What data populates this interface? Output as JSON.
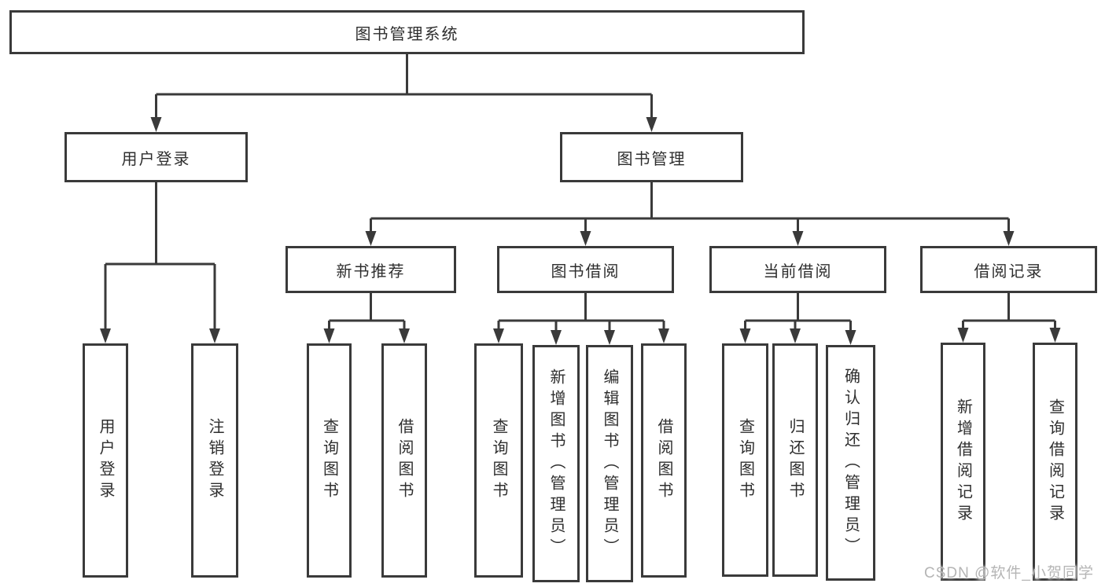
{
  "diagram": {
    "type": "hierarchy-flowchart",
    "watermark": "CSDN @软件_小贺同学",
    "colors": {
      "line": "#3a3a3a",
      "box_border": "#3a3a3a",
      "text": "#2e2e2e",
      "watermark": "#b5b5b5",
      "background": "#ffffff"
    },
    "nodes": {
      "root": {
        "label": "图书管理系统"
      },
      "user_login": {
        "label": "用户登录"
      },
      "book_mgmt": {
        "label": "图书管理"
      },
      "new_book_rec": {
        "label": "新书推荐"
      },
      "book_borrow": {
        "label": "图书借阅"
      },
      "current_borrow": {
        "label": "当前借阅"
      },
      "borrow_records": {
        "label": "借阅记录"
      },
      "leaf_user_login": {
        "label": "用户登录"
      },
      "leaf_logout": {
        "label": "注销登录"
      },
      "leaf_rec_query": {
        "label": "查询图书"
      },
      "leaf_rec_borrow": {
        "label": "借阅图书"
      },
      "leaf_bb_query": {
        "label": "查询图书"
      },
      "leaf_bb_add": {
        "label": "新增图书（管理员）"
      },
      "leaf_bb_edit": {
        "label": "编辑图书（管理员）"
      },
      "leaf_bb_borrow": {
        "label": "借阅图书"
      },
      "leaf_cb_query": {
        "label": "查询图书"
      },
      "leaf_cb_return": {
        "label": "归还图书"
      },
      "leaf_cb_confirm": {
        "label": "确认归还（管理员）"
      },
      "leaf_br_add": {
        "label": "新增借阅记录"
      },
      "leaf_br_query": {
        "label": "查询借阅记录"
      }
    },
    "edges": [
      {
        "from": "root",
        "to": "user_login"
      },
      {
        "from": "root",
        "to": "book_mgmt"
      },
      {
        "from": "user_login",
        "to": "leaf_user_login"
      },
      {
        "from": "user_login",
        "to": "leaf_logout"
      },
      {
        "from": "book_mgmt",
        "to": "new_book_rec"
      },
      {
        "from": "book_mgmt",
        "to": "book_borrow"
      },
      {
        "from": "book_mgmt",
        "to": "current_borrow"
      },
      {
        "from": "book_mgmt",
        "to": "borrow_records"
      },
      {
        "from": "new_book_rec",
        "to": "leaf_rec_query"
      },
      {
        "from": "new_book_rec",
        "to": "leaf_rec_borrow"
      },
      {
        "from": "book_borrow",
        "to": "leaf_bb_query"
      },
      {
        "from": "book_borrow",
        "to": "leaf_bb_add"
      },
      {
        "from": "book_borrow",
        "to": "leaf_bb_edit"
      },
      {
        "from": "book_borrow",
        "to": "leaf_bb_borrow"
      },
      {
        "from": "current_borrow",
        "to": "leaf_cb_query"
      },
      {
        "from": "current_borrow",
        "to": "leaf_cb_return"
      },
      {
        "from": "current_borrow",
        "to": "leaf_cb_confirm"
      },
      {
        "from": "borrow_records",
        "to": "leaf_br_add"
      },
      {
        "from": "borrow_records",
        "to": "leaf_br_query"
      }
    ]
  }
}
